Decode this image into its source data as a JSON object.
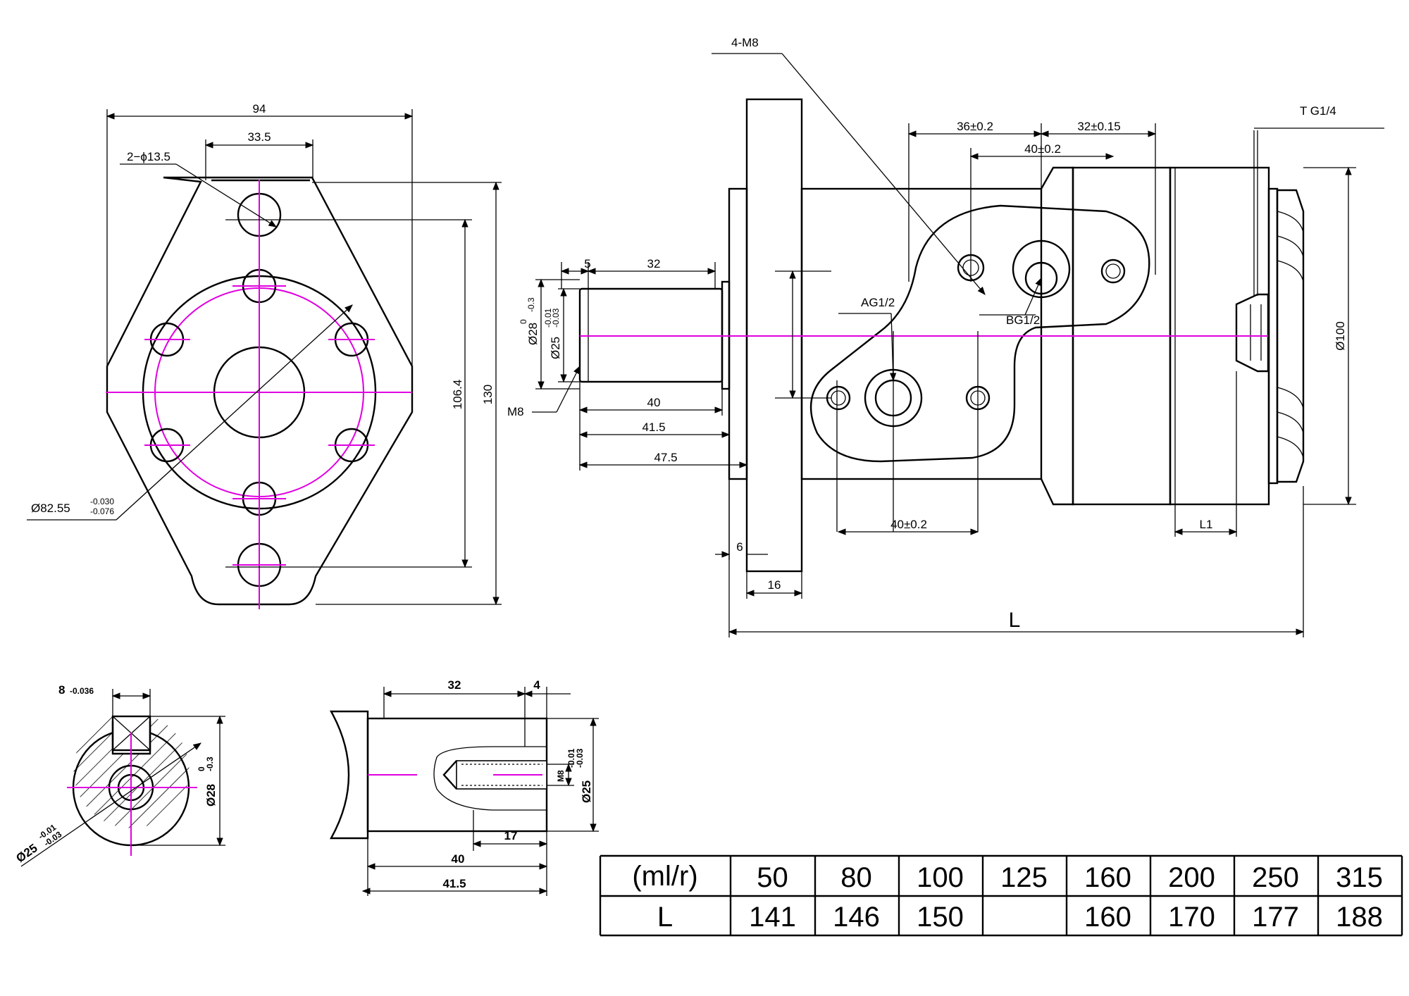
{
  "front_view": {
    "width": "94",
    "hole_spacing": "33.5",
    "mount_holes": "2−ϕ13.5",
    "height_inner": "106.4",
    "height_outer": "130",
    "pilot_diameter": "Ø82.55",
    "pilot_tol_upper": "-0.030",
    "pilot_tol_lower": "-0.076"
  },
  "side_view": {
    "port_thread": "4-M8",
    "dim_36": "36±0.2",
    "dim_32": "32±0.15",
    "dim_40_top": "40±0.2",
    "tank_port": "T G1/4",
    "port_a": "AG1/2",
    "port_b": "BG1/2",
    "diameter_100": "Ø100",
    "dim_40_bottom": "40±0.2",
    "l1": "L1",
    "flange_6": "6",
    "flange_16": "16",
    "overall_length": "L",
    "shaft_5": "5",
    "shaft_32": "32",
    "shaft_dia_28": "Ø28",
    "shaft_dia_28_tol_upper": "0",
    "shaft_dia_28_tol_lower": "-0.3",
    "shaft_dia_25": "Ø25",
    "shaft_dia_25_tol_upper": "-0.01",
    "shaft_dia_25_tol_lower": "-0.03",
    "thread_m8": "M8",
    "shaft_40": "40",
    "shaft_41_5": "41.5",
    "shaft_47_5": "47.5"
  },
  "shaft_section": {
    "key_width": "8",
    "key_tol": "-0.036",
    "dia_28": "Ø28",
    "dia_28_tol_upper": "0",
    "dia_28_tol_lower": "-0.3",
    "dia_25": "Ø25",
    "dia_25_tol_upper": "-0.01",
    "dia_25_tol_lower": "-0.03"
  },
  "shaft_detail": {
    "key_length": "32",
    "key_offset": "4",
    "thread": "M8",
    "dia_25": "Ø25",
    "dia_25_tol_upper": "-0.01",
    "dia_25_tol_lower": "-0.03",
    "thread_depth": "17",
    "len_40": "40",
    "len_41_5": "41.5"
  },
  "spec_table": {
    "header_label": "(ml/r)",
    "row_label": "L",
    "displacements": [
      "50",
      "80",
      "100",
      "125",
      "160",
      "200",
      "250",
      "315"
    ],
    "lengths": [
      "141",
      "146",
      "150",
      "",
      "160",
      "170",
      "177",
      "188"
    ]
  },
  "colors": {
    "outline": "#000000",
    "centerline": "#e000e0"
  }
}
